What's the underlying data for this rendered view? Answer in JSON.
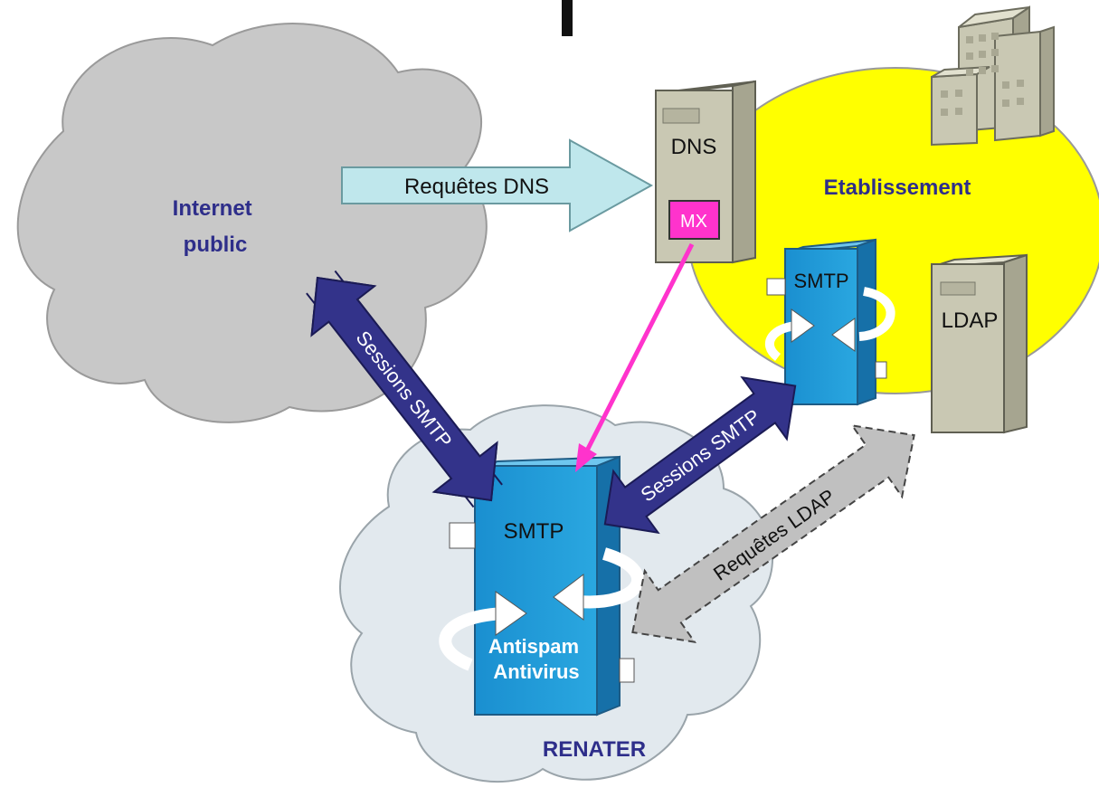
{
  "regions": {
    "internet": "Internet\npublic",
    "etablissement": "Etablissement",
    "renater": "RENATER"
  },
  "servers": {
    "dns": "DNS",
    "mx": "MX",
    "ldap": "LDAP",
    "smtp_etab": "SMTP",
    "smtp_renater": "SMTP",
    "filter": "Antispam\nAntivirus"
  },
  "arrows": {
    "dns_requests": "Requêtes DNS",
    "smtp_internet": "Sessions SMTP",
    "smtp_etab": "Sessions SMTP",
    "ldap_requests": "Requêtes LDAP"
  },
  "colors": {
    "cloud_grey": "#c8c8c8",
    "cloud_light": "#e2e9ee",
    "etab_yellow": "#ffff00",
    "server_tan": "#c9c8b3",
    "smtp_blue": "#1e9bd6",
    "mx_magenta": "#ff33cc",
    "session_navy": "#33338a",
    "dns_arrow": "#bfe7ec",
    "ldap_arrow": "#c0c0c0"
  }
}
